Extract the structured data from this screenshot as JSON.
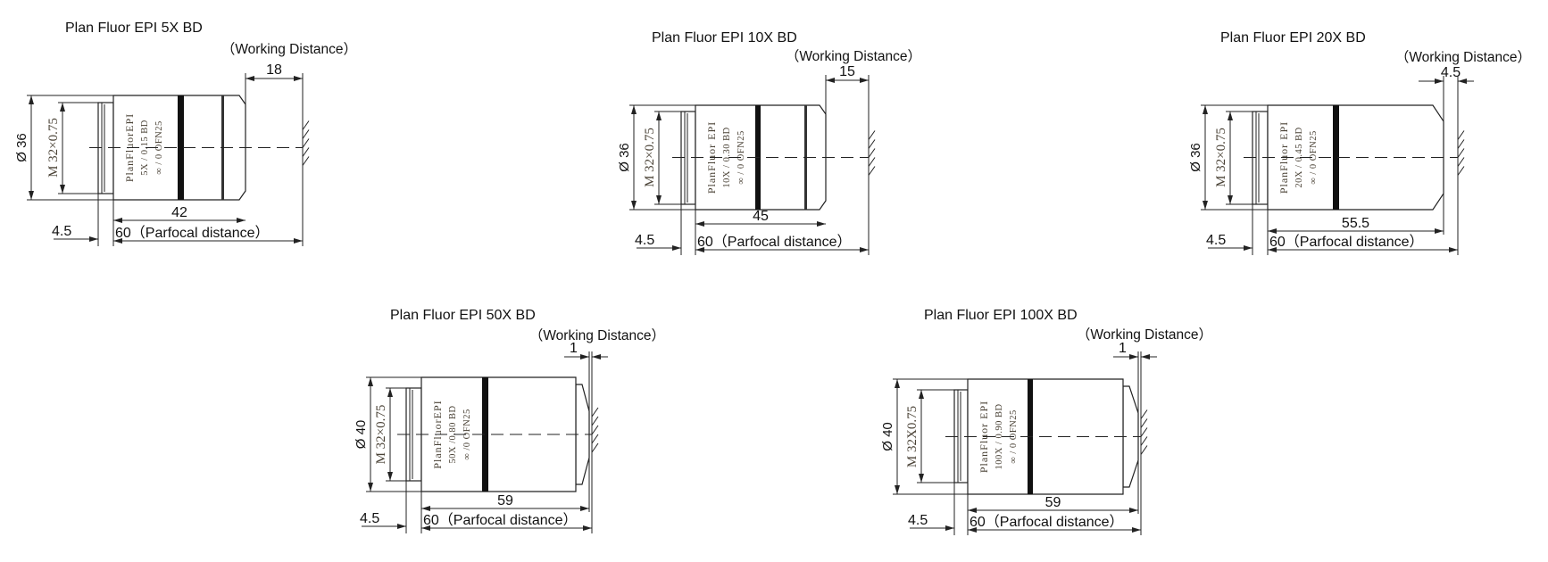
{
  "lenses": [
    {
      "title": "Plan Fluor EPI 5X BD",
      "wd_label": "（Working Distance）",
      "wd": "18",
      "diameter": "Ø 36",
      "thread": "M 32×0.75",
      "length": "42",
      "parfocal": "60（Parfocal distance）",
      "offset": "4.5",
      "engraving": [
        "PlanFluorEPI",
        "5X / 0.15 BD",
        "∞ / 0  OFN25"
      ]
    },
    {
      "title": "Plan Fluor EPI 10X BD",
      "wd_label": "（Working Distance）",
      "wd": "15",
      "diameter": "Ø 36",
      "thread": "M 32×0.75",
      "length": "45",
      "parfocal": "60（Parfocal distance）",
      "offset": "4.5",
      "engraving": [
        "PlanFluor EPI",
        "10X / 0.30 BD",
        "∞ / 0  OFN25"
      ]
    },
    {
      "title": "Plan Fluor EPI 20X BD",
      "wd_label": "（Working Distance）",
      "wd": "4.5",
      "diameter": "Ø 36",
      "thread": "M 32×0.75",
      "length": "55.5",
      "parfocal": "60（Parfocal distance）",
      "offset": "4.5",
      "engraving": [
        "PlanFluor EPI",
        "20X / 0.45 BD",
        "∞ / 0  OFN25"
      ]
    },
    {
      "title": "Plan Fluor EPI 50X BD",
      "wd_label": "（Working Distance）",
      "wd": "1",
      "diameter": "Ø 40",
      "thread": "M 32×0.75",
      "length": "59",
      "parfocal": "60（Parfocal distance）",
      "offset": "4.5",
      "engraving": [
        "PlanFluorEPI",
        "50X /0.80 BD",
        "∞ /0 OFN25"
      ]
    },
    {
      "title": "Plan Fluor EPI 100X BD",
      "wd_label": "（Working Distance）",
      "wd": "1",
      "diameter": "Ø 40",
      "thread": "M 32X0.75",
      "length": "59",
      "parfocal": "60（Parfocal distance）",
      "offset": "4.5",
      "engraving": [
        "PlanFluor EPI",
        "100X / 0.90 BD",
        "∞ / 0  OFN25"
      ]
    }
  ]
}
